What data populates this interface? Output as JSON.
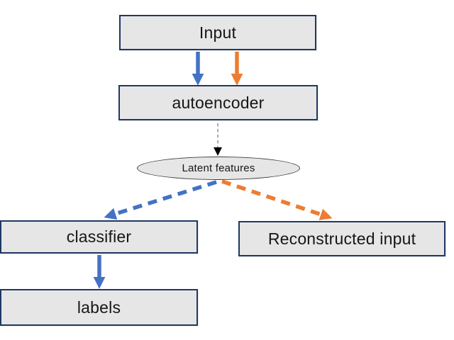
{
  "diagram": {
    "nodes": {
      "input": {
        "label": "Input",
        "shape": "rect"
      },
      "autoencoder": {
        "label": "autoencoder",
        "shape": "rect"
      },
      "latent": {
        "label": "Latent features",
        "shape": "ellipse"
      },
      "classifier": {
        "label": "classifier",
        "shape": "rect"
      },
      "labels": {
        "label": "labels",
        "shape": "rect"
      },
      "reconstructed": {
        "label": "Reconstructed input",
        "shape": "rect"
      }
    },
    "edges": [
      {
        "from": "input",
        "to": "autoencoder",
        "style": "solid",
        "color": "blue"
      },
      {
        "from": "input",
        "to": "autoencoder",
        "style": "solid",
        "color": "orange"
      },
      {
        "from": "autoencoder",
        "to": "latent",
        "style": "dashed",
        "color": "gray"
      },
      {
        "from": "latent",
        "to": "classifier",
        "style": "dashed",
        "color": "blue"
      },
      {
        "from": "latent",
        "to": "reconstructed",
        "style": "dashed",
        "color": "orange"
      },
      {
        "from": "classifier",
        "to": "labels",
        "style": "solid",
        "color": "blue"
      }
    ]
  },
  "colors": {
    "accent_blue": "#4472c4",
    "accent_orange": "#ed7d31",
    "node_fill": "#e7e6e6",
    "node_border": "#1f3864",
    "ellipse_border": "#3f3f3f",
    "connector_gray": "#808080",
    "arrowhead_black": "#000000"
  }
}
